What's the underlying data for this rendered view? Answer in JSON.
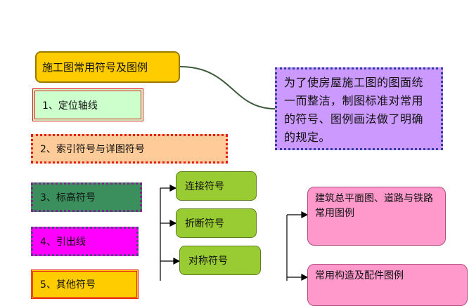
{
  "title": "施工图常用符号及图例",
  "note": "为了使房屋施工图的图面统一而整洁，制图标准对常用的符号、图例画法做了明确的规定。",
  "items": [
    "1、定位轴线",
    "2、索引符号与详图符号",
    "3、标高符号",
    "4、引出线",
    "5、其他符号"
  ],
  "sub_symbols": [
    "连接符号",
    "折断符号",
    "对称符号"
  ],
  "legends": [
    "建筑总平面图、道路与铁路常用图例",
    "常用构造及配件图例"
  ],
  "colors": {
    "title_fill": "#ffcc00",
    "note_fill": "#cc99ff",
    "green_box": "#99cc33",
    "pink_box": "#ff99cc",
    "accent_red": "#e21b1b"
  }
}
